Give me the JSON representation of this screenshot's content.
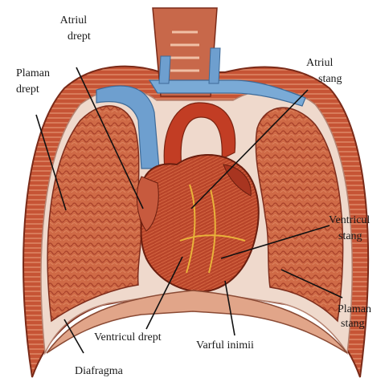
{
  "labels": {
    "atriul_drept": [
      "Atriul",
      "drept"
    ],
    "plaman_drept": [
      "Plaman",
      "drept"
    ],
    "atriul_stang": [
      "Atriul",
      "stang"
    ],
    "ventricul_stang": [
      "Ventricul",
      "stang"
    ],
    "plaman_stang": [
      "Plaman",
      "stang"
    ],
    "ventricul_drept": "Ventricul drept",
    "varful_inimii": "Varful inimii",
    "diafragma": "Diafragma"
  },
  "colors": {
    "tissue": "#c8563a",
    "tissue_dark": "#8e2e1c",
    "tissue_light": "#e7a07e",
    "vessel_blue": "#6e9fcf",
    "heart": "#b43a22",
    "pleura": "#f2e2d9",
    "leader": "#111111"
  }
}
